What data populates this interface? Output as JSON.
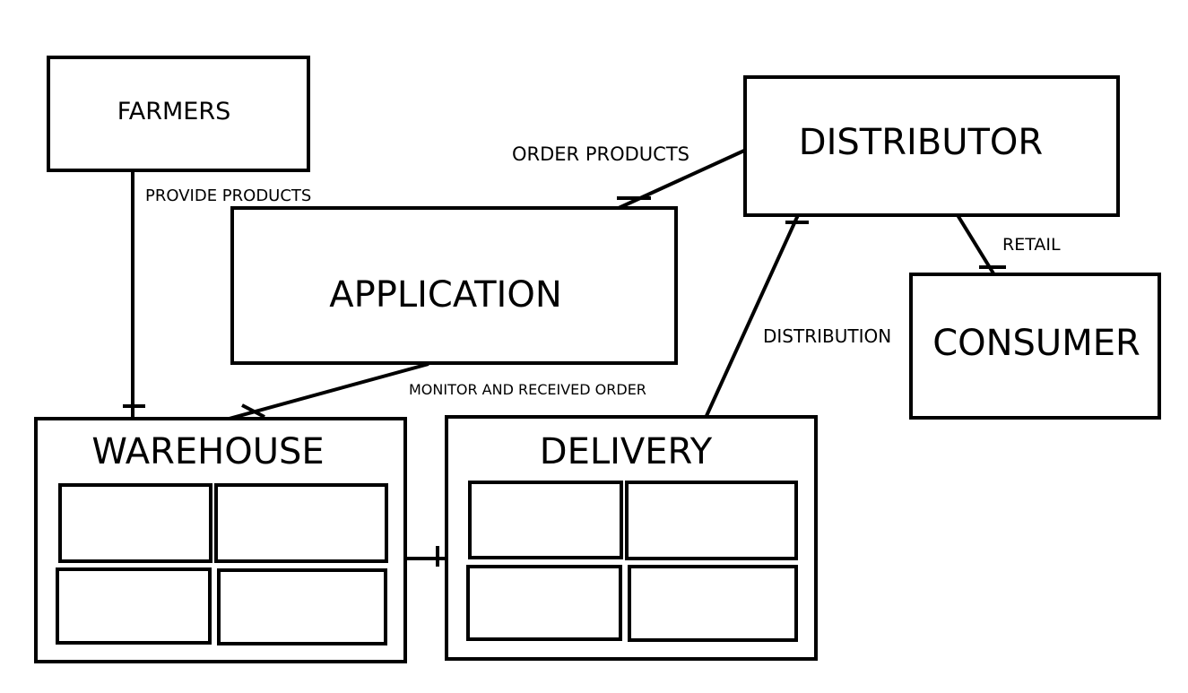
{
  "nodes": {
    "farmers": "FARMERS",
    "distributor": "DISTRIBUTOR",
    "application": "APPLICATION",
    "consumer": "CONSUMER",
    "warehouse": "WAREHOUSE",
    "delivery": "DELIVERY"
  },
  "edges": {
    "farmers_warehouse": "PROVIDE PRODUCTS",
    "distributor_application": "ORDER PRODUCTS",
    "distributor_consumer": "RETAIL",
    "delivery_distributor": "DISTRIBUTION",
    "application_warehouse": "MONITOR AND RECEIVED ORDER"
  }
}
